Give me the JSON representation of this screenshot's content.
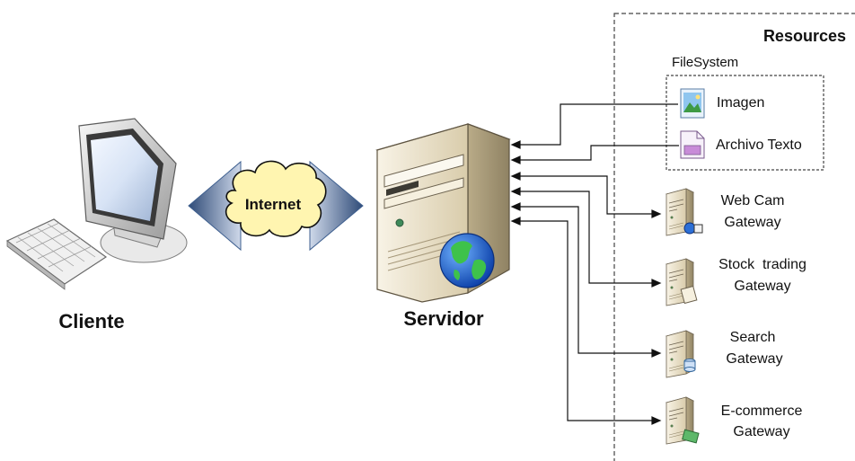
{
  "labels": {
    "client": "Cliente",
    "server": "Servidor",
    "internet": "Internet",
    "resources": "Resources",
    "filesystem": "FileSystem"
  },
  "files": [
    {
      "name": "Imagen",
      "icon": "image-file-icon"
    },
    {
      "name": "Archivo Texto",
      "icon": "text-file-icon"
    }
  ],
  "gateways": [
    {
      "line1": "Web Cam",
      "line2": "Gateway",
      "icon": "webcam-gateway-server-icon"
    },
    {
      "line1": "Stock  trading",
      "line2": "Gateway",
      "icon": "stock-trading-gateway-server-icon"
    },
    {
      "line1": "Search",
      "line2": "Gateway",
      "icon": "search-gateway-server-icon"
    },
    {
      "line1": "E-commerce",
      "line2": "Gateway",
      "icon": "ecommerce-gateway-server-icon"
    }
  ],
  "colors": {
    "arrow_blue": "#3e5f8f",
    "cloud_fill": "#fff5b0",
    "server_beige": "#e9dfc6",
    "line": "#111111"
  }
}
